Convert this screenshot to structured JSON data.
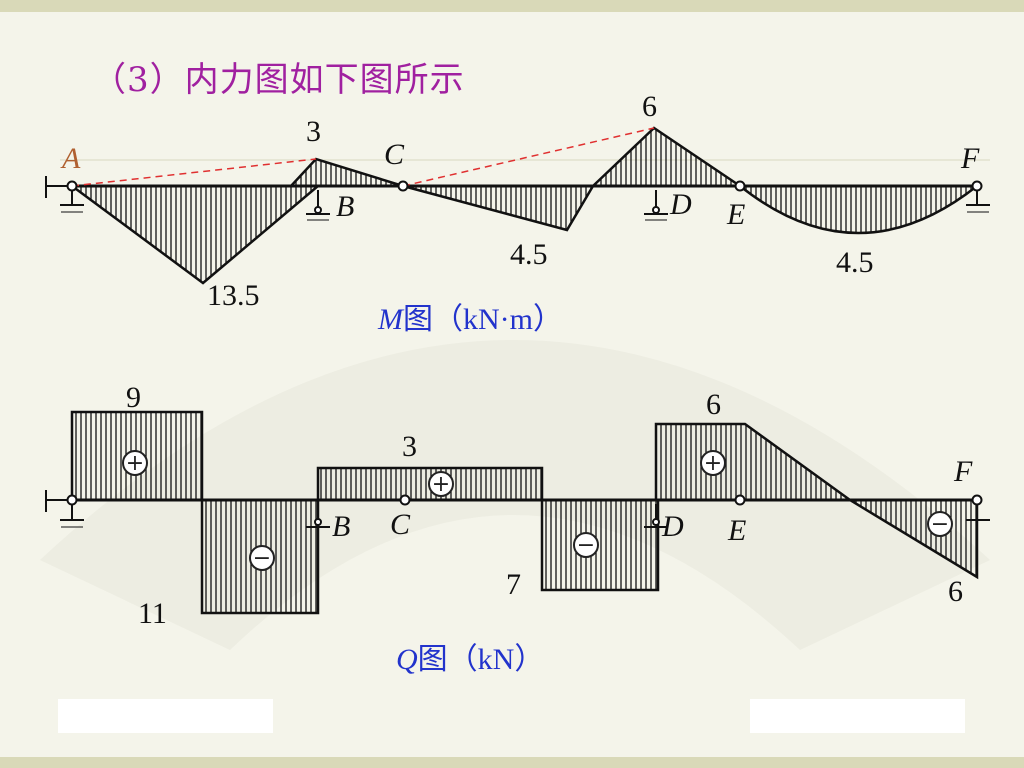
{
  "title": "（3）内力图如下图所示",
  "moment_diagram": {
    "caption_symbol": "M",
    "caption_rest": "图（kN·m）",
    "node_labels": {
      "A": "A",
      "B": "B",
      "C": "C",
      "D": "D",
      "E": "E",
      "F": "F"
    },
    "values": {
      "A": 0,
      "min_AB": -13.5,
      "B": 3,
      "C": 0,
      "min_CD": -4.5,
      "D": 6,
      "E": 0,
      "mid_EF": -4.5,
      "F": 0
    },
    "value_labels": {
      "l13_5": "13.5",
      "l3": "3",
      "l4_5a": "4.5",
      "l6": "6",
      "l4_5b": "4.5"
    },
    "curve_EF": "parabola"
  },
  "shear_diagram": {
    "caption_symbol": "Q",
    "caption_rest": "图（kN）",
    "node_labels": {
      "B": "B",
      "C": "C",
      "D": "D",
      "E": "E",
      "F": "F"
    },
    "segments": [
      {
        "from": "A",
        "to": "B_left",
        "value": 9,
        "sign": "+"
      },
      {
        "from": "B_left",
        "to": "B",
        "value": -11,
        "sign": "−"
      },
      {
        "from": "B",
        "to": "CD",
        "value": 3,
        "sign": "+"
      },
      {
        "from": "CD",
        "to": "D",
        "value": -7,
        "sign": "−"
      },
      {
        "from": "D",
        "to": "E",
        "value": 6,
        "sign": "+"
      },
      {
        "from": "E",
        "to": "F",
        "value_start": 6,
        "value_end": -6,
        "sign": "−"
      }
    ],
    "value_labels": {
      "l9": "9",
      "l11": "11",
      "l3": "3",
      "l7": "7",
      "l6a": "6",
      "l6b": "6"
    },
    "signs": {
      "plus": "+",
      "minus": "−"
    }
  },
  "colors": {
    "accent_title": "#a020a0",
    "caption": "#2233cc",
    "label_A": "#b06030",
    "dashed": "#e03030"
  }
}
